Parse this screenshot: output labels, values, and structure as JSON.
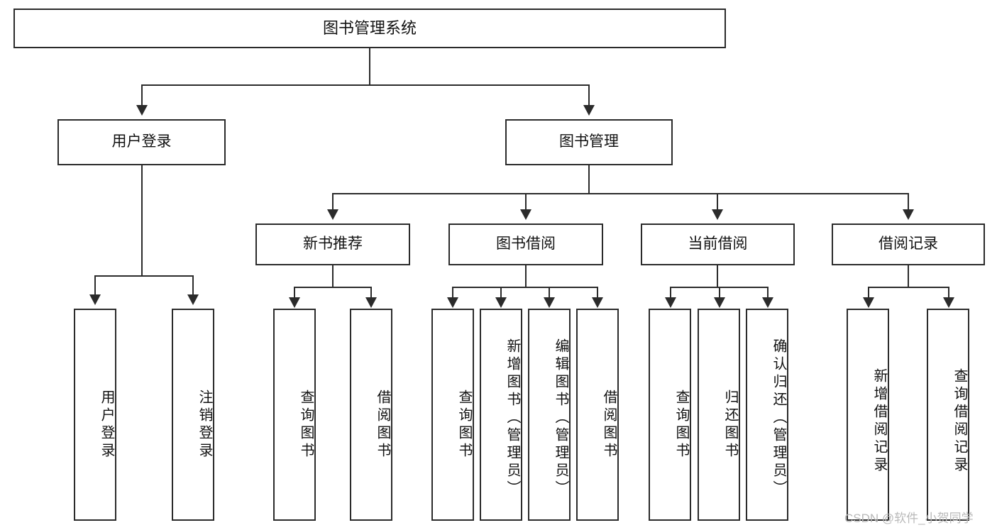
{
  "diagram": {
    "title": "图书管理系统",
    "type": "function-structure-tree",
    "orientation": "top-down",
    "watermark": "CSDN @软件_小贺同学",
    "root": {
      "id": "root",
      "label": "图书管理系统",
      "level": 1
    },
    "level2": [
      {
        "id": "user-login",
        "label": "用户登录",
        "level": 2
      },
      {
        "id": "book-management",
        "label": "图书管理",
        "level": 2
      }
    ],
    "level3": [
      {
        "id": "new-book-recommend",
        "label": "新书推荐",
        "level": 3,
        "parent": "book-management"
      },
      {
        "id": "book-borrow",
        "label": "图书借阅",
        "level": 3,
        "parent": "book-management"
      },
      {
        "id": "current-borrow",
        "label": "当前借阅",
        "level": 3,
        "parent": "book-management"
      },
      {
        "id": "borrow-record",
        "label": "借阅记录",
        "level": 3,
        "parent": "book-management"
      }
    ],
    "leaves": {
      "user_login": [
        {
          "id": "leaf-user-login",
          "label": "用户登录"
        },
        {
          "id": "leaf-user-logout",
          "label": "注销登录"
        }
      ],
      "new_book_recommend": [
        {
          "id": "leaf-query-book-1",
          "label": "查询图书"
        },
        {
          "id": "leaf-borrow-book-1",
          "label": "借阅图书"
        }
      ],
      "book_borrow": [
        {
          "id": "leaf-query-book-2",
          "label": "查询图书"
        },
        {
          "id": "leaf-add-book",
          "label": "新增图书（管理员）"
        },
        {
          "id": "leaf-edit-book",
          "label": "编辑图书（管理员）"
        },
        {
          "id": "leaf-borrow-book-2",
          "label": "借阅图书"
        }
      ],
      "current_borrow": [
        {
          "id": "leaf-query-book-3",
          "label": "查询图书"
        },
        {
          "id": "leaf-return-book",
          "label": "归还图书"
        },
        {
          "id": "leaf-confirm-return",
          "label": "确认归还（管理员）"
        }
      ],
      "borrow_record": [
        {
          "id": "leaf-add-record",
          "label": "新增借阅记录"
        },
        {
          "id": "leaf-query-record",
          "label": "查询借阅记录"
        }
      ]
    },
    "colors": {
      "background": "#ffffff",
      "box_fill": "#ffffff",
      "stroke": "#2b2b2b",
      "text": "#111111",
      "watermark": "#b9b9b9"
    }
  }
}
